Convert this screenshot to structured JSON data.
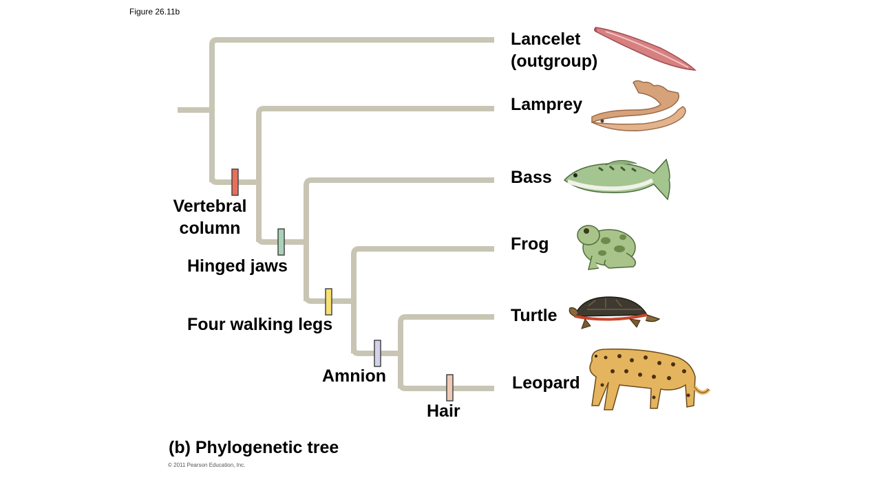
{
  "figure_label": "Figure 26.11b",
  "caption": "(b) Phylogenetic tree",
  "copyright": "© 2011 Pearson Education, Inc.",
  "colors": {
    "branch": "#c8c5b4",
    "vertebral_column": "#e8705a",
    "hinged_jaws": "#a9d3b8",
    "four_walking_legs": "#f7df72",
    "amnion": "#d2d2ea",
    "hair": "#efc9b4"
  },
  "taxa": {
    "lancelet": "Lancelet\n(outgroup)",
    "lamprey": "Lamprey",
    "bass": "Bass",
    "frog": "Frog",
    "turtle": "Turtle",
    "leopard": "Leopard"
  },
  "traits": {
    "vertebral_column": "Vertebral\ncolumn",
    "hinged_jaws": "Hinged jaws",
    "four_walking_legs": "Four walking legs",
    "amnion": "Amnion",
    "hair": "Hair"
  },
  "icons": [
    "lancelet-icon",
    "lamprey-icon",
    "bass-icon",
    "frog-icon",
    "turtle-icon",
    "leopard-icon"
  ]
}
